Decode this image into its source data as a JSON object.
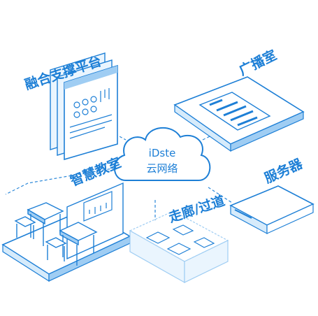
{
  "diagram": {
    "cloud": {
      "line1": "iDste",
      "line2": "云网络"
    },
    "nodes": {
      "platform": "融合支撑平台",
      "broadcast": "广播室",
      "classroom": "智慧教室",
      "server": "服务器",
      "corridor": "走廊/过道"
    },
    "colors": {
      "primary": "#1d7fd6",
      "light": "#d6ebfb",
      "mid": "#9fcdf3",
      "line": "#2a87d8"
    }
  }
}
